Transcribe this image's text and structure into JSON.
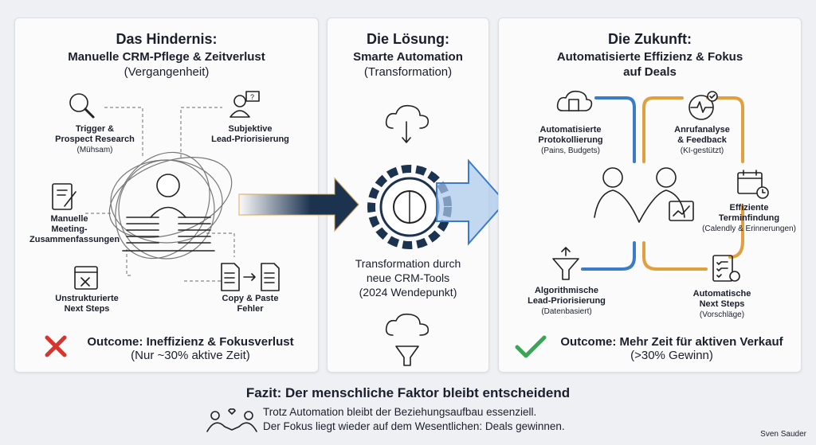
{
  "left": {
    "title": "Das Hindernis:",
    "subtitle": "Manuelle CRM-Pflege & Zeitverlust",
    "note": "(Vergangenheit)",
    "items": [
      {
        "label": "Trigger &",
        "label2": "Prospect Research",
        "sub": "(Mühsam)"
      },
      {
        "label": "Subjektive",
        "label2": "Lead-Priorisierung"
      },
      {
        "label": "Manuelle",
        "label2": "Meeting-",
        "label3": "Zusammenfassungen"
      },
      {
        "label": "Unstrukturierte",
        "label2": "Next Steps"
      },
      {
        "label": "Copy & Paste",
        "label2": "Fehler"
      }
    ],
    "outcome": "Outcome: Ineffizienz & Fokusverlust",
    "outcome_sub": "(Nur ~30% aktive Zeit)"
  },
  "middle": {
    "title": "Die Lösung:",
    "subtitle": "Smarte Automation",
    "note": "(Transformation)",
    "text1": "Transformation durch",
    "text2": "neue CRM-Tools",
    "text3": "(2024 Wendepunkt)"
  },
  "right": {
    "title": "Die Zukunft:",
    "subtitle": "Automatisierte Effizienz & Fokus",
    "subtitle2": "auf Deals",
    "items": [
      {
        "label": "Automatisierte",
        "label2": "Protokollierung",
        "sub": "(Pains, Budgets)"
      },
      {
        "label": "Anrufanalyse",
        "label2": "& Feedback",
        "sub": "(KI-gestützt)"
      },
      {
        "label": "Effiziente",
        "label2": "Terminfindung",
        "sub": "(Calendly & Erinnerungen)"
      },
      {
        "label": "Algorithmische",
        "label2": "Lead-Priorisierung",
        "sub": "(Datenbasiert)"
      },
      {
        "label": "Automatische",
        "label2": "Next Steps",
        "sub": "(Vorschläge)"
      }
    ],
    "outcome": "Outcome: Mehr Zeit für aktiven Verkauf",
    "outcome_sub": "(>30% Gewinn)"
  },
  "footer": {
    "title": "Fazit: Der menschliche Faktor bleibt entscheidend",
    "line1": "Trotz Automation bleibt der Beziehungsaufbau essenziell.",
    "line2": "Der Fokus liegt wieder auf dem Wesentlichen: Deals gewinnen.",
    "author": "Sven Sauder"
  },
  "colors": {
    "blue": "#3b7bc8",
    "orange": "#e0a040",
    "navy": "#1c3350",
    "red": "#d9342b",
    "green": "#3aa655"
  }
}
